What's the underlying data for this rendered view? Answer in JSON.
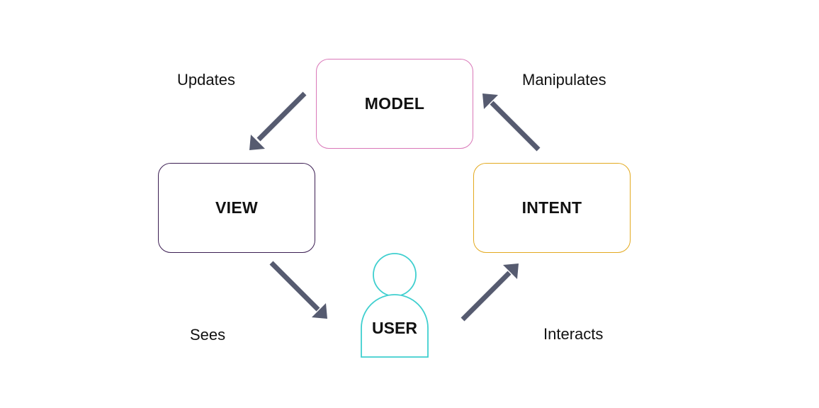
{
  "diagram": {
    "nodes": {
      "model": {
        "label": "MODEL",
        "color": "#d977b8"
      },
      "view": {
        "label": "VIEW",
        "color": "#3b1d52"
      },
      "intent": {
        "label": "INTENT",
        "color": "#e3a91f"
      },
      "user": {
        "label": "USER",
        "color": "#3fcfcf"
      }
    },
    "edges": {
      "updates": {
        "label": "Updates"
      },
      "manipulates": {
        "label": "Manipulates"
      },
      "sees": {
        "label": "Sees"
      },
      "interacts": {
        "label": "Interacts"
      }
    },
    "arrow_color": "#565b70"
  }
}
